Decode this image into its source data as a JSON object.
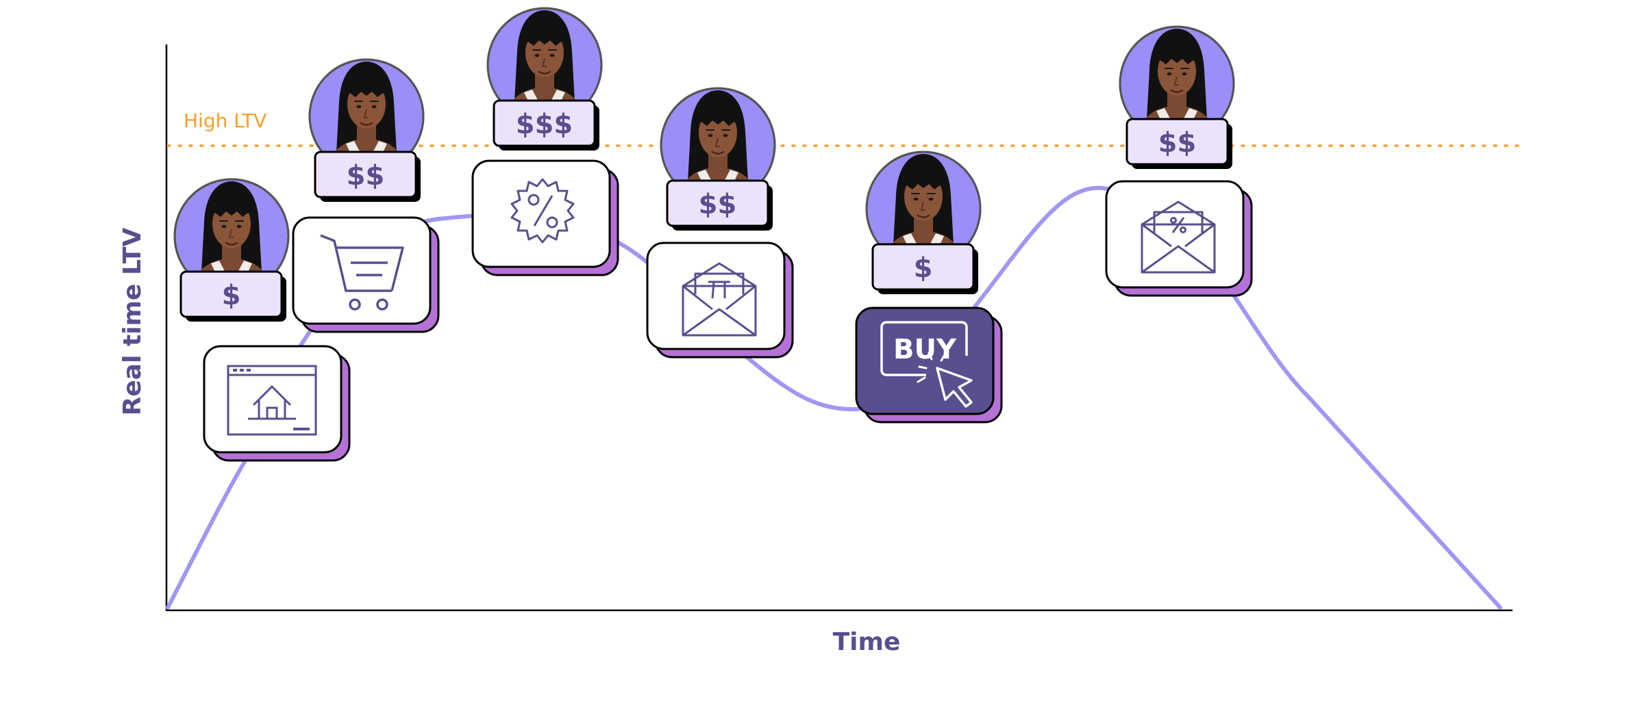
{
  "axes": {
    "y_label": "Real time LTV",
    "x_label": "Time"
  },
  "threshold": {
    "label": "High LTV"
  },
  "colors": {
    "axis_text": "#5a4e8e",
    "curve": "#a197f2",
    "threshold": "#f7a02a",
    "card_shadow": "#b572d6",
    "price_bg": "#ece3fb",
    "avatar_bg": "#9a8ef7",
    "buy_bg": "#5a4e8e",
    "icon": "#5a4e8e"
  },
  "steps": [
    {
      "name": "website-visit",
      "icon": "browser-house-icon",
      "price": "$"
    },
    {
      "name": "add-to-cart",
      "icon": "shopping-cart-icon",
      "price": "$$"
    },
    {
      "name": "discount",
      "icon": "percent-badge-icon",
      "price": "$$$"
    },
    {
      "name": "email",
      "icon": "envelope-pi-icon",
      "price": "$$"
    },
    {
      "name": "purchase",
      "icon": "buy-click-icon",
      "price": "$",
      "button_text": "BUY"
    },
    {
      "name": "promo-email",
      "icon": "envelope-percent-icon",
      "price": "$$"
    }
  ]
}
